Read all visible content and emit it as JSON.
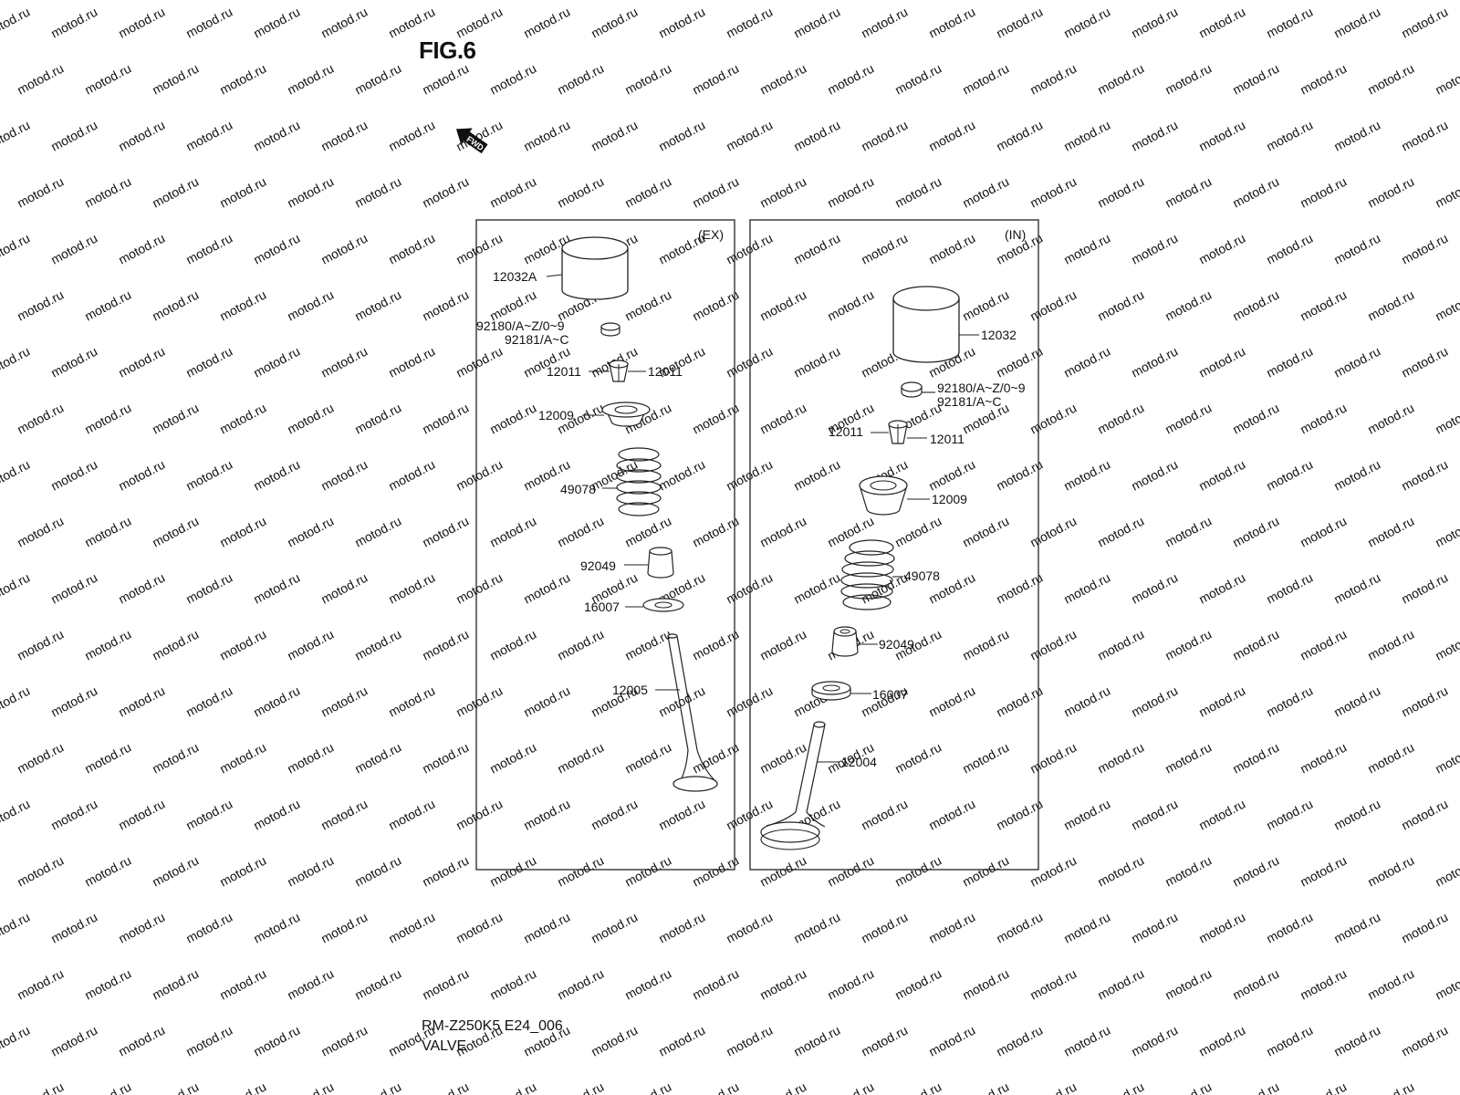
{
  "figure": {
    "title": "FIG.6"
  },
  "fwd_arrow": {
    "label": "FWD"
  },
  "watermark": {
    "text": "motod.ru",
    "color": "#ebebeb"
  },
  "panels": {
    "ex": {
      "label": "(EX)",
      "callouts": {
        "tappet": "12032A",
        "shim": [
          "92180/A~Z/0~9",
          "92181/A~C"
        ],
        "cotter_left": "12011",
        "cotter_right": "12011",
        "retainer": "12009",
        "spring": "49078",
        "stem_seal": "92049",
        "spring_seat": "16007",
        "valve": "12005"
      }
    },
    "in": {
      "label": "(IN)",
      "callouts": {
        "tappet": "12032",
        "shim": [
          "92180/A~Z/0~9",
          "92181/A~C"
        ],
        "cotter_left": "12011",
        "cotter_right": "12011",
        "retainer": "12009",
        "spring": "49078",
        "stem_seal": "92049",
        "spring_seat": "16007",
        "valve": "12004"
      }
    }
  },
  "footer": {
    "model_code": "RM-Z250K5 E24_006",
    "section": "VALVE"
  }
}
